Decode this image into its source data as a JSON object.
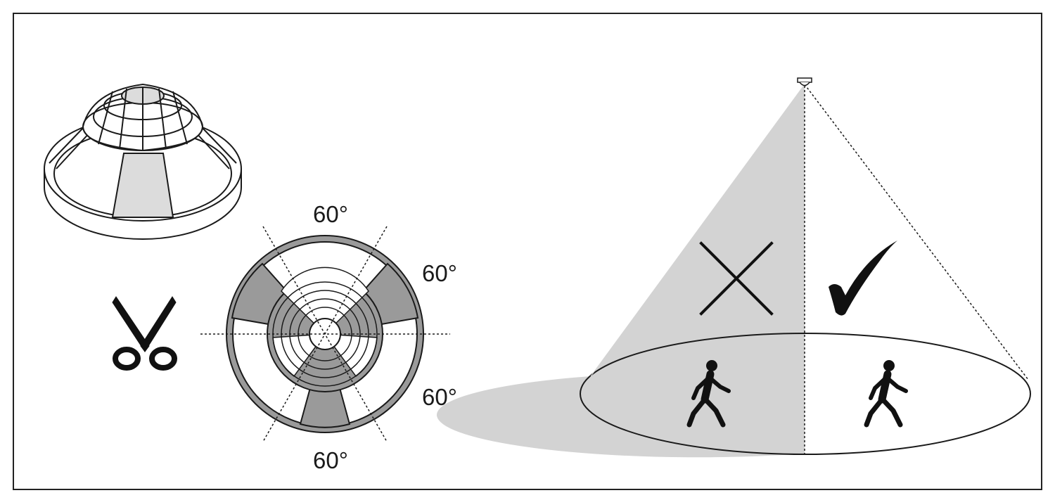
{
  "diagram": {
    "angle_labels": [
      "60°",
      "60°",
      "60°",
      "60°"
    ]
  },
  "colors": {
    "outline": "#1a1a1a",
    "masked_fill": "#9a9a9a",
    "shade_fill": "#d3d3d3",
    "lens_fill": "#dcdcdc"
  },
  "icons": {
    "cut": "scissors-icon",
    "invalid": "cross-icon",
    "valid": "check-icon",
    "person": "walking-person-icon",
    "sensor": "ceiling-sensor-icon"
  }
}
